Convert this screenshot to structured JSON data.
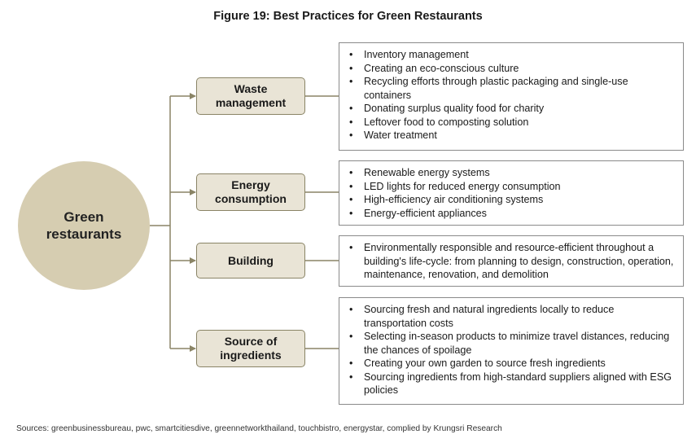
{
  "title": "Figure 19: Best Practices for Green Restaurants",
  "hub": {
    "label": "Green restaurants"
  },
  "branches": [
    {
      "label": "Waste management",
      "items": [
        "Inventory management",
        "Creating an eco-conscious culture",
        "Recycling efforts through plastic packaging and single-use containers",
        "Donating surplus quality food for charity",
        "Leftover food to composting solution",
        "Water treatment"
      ]
    },
    {
      "label": "Energy consumption",
      "items": [
        "Renewable energy systems",
        "LED lights for reduced energy consumption",
        "High-efficiency air conditioning systems",
        "Energy-efficient appliances"
      ]
    },
    {
      "label": "Building",
      "items": [
        "Environmentally responsible and resource-efficient throughout a building's life-cycle: from planning to design, construction, operation, maintenance, renovation, and demolition"
      ]
    },
    {
      "label": "Source of ingredients",
      "items": [
        "Sourcing fresh and natural ingredients locally to reduce transportation costs",
        "Selecting in-season products to minimize travel distances, reducing the chances of spoilage",
        "Creating your own garden to source fresh ingredients",
        "Sourcing ingredients from high-standard suppliers aligned with ESG policies"
      ]
    }
  ],
  "source": "Sources: greenbusinessbureau, pwc, smartcitiesdive, greennetworkthailand, touchbistro, energystar, complied by Krungsri Research",
  "colors": {
    "hub": "#d6cdb1",
    "node": "#e9e4d6",
    "line": "#8a8466"
  }
}
